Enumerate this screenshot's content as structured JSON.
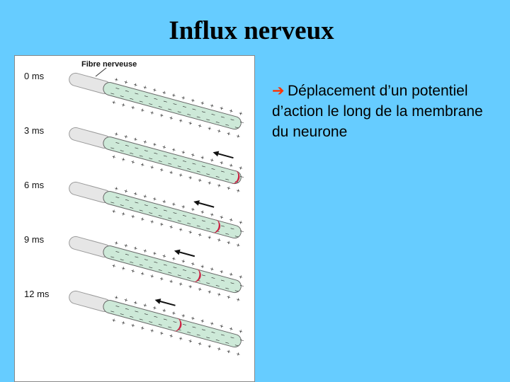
{
  "slide": {
    "title": "Influx nerveux",
    "bullet_text": "Déplacement d’un potentiel d’action le long de la membrane du neurone",
    "bullet_icon": "right-arrow-icon"
  },
  "figure": {
    "caption": "Fibre nerveuse",
    "time_labels": [
      "0 ms",
      "3 ms",
      "6 ms",
      "9 ms",
      "12 ms"
    ],
    "impulse_progress": [
      0.0,
      1.0,
      0.85,
      0.7,
      0.55
    ],
    "colors": {
      "axon_fill": "#cde9d8",
      "impulse": "#cc2244",
      "fiber_tip": "#e6e6e6",
      "panel_border": "#888888"
    }
  }
}
